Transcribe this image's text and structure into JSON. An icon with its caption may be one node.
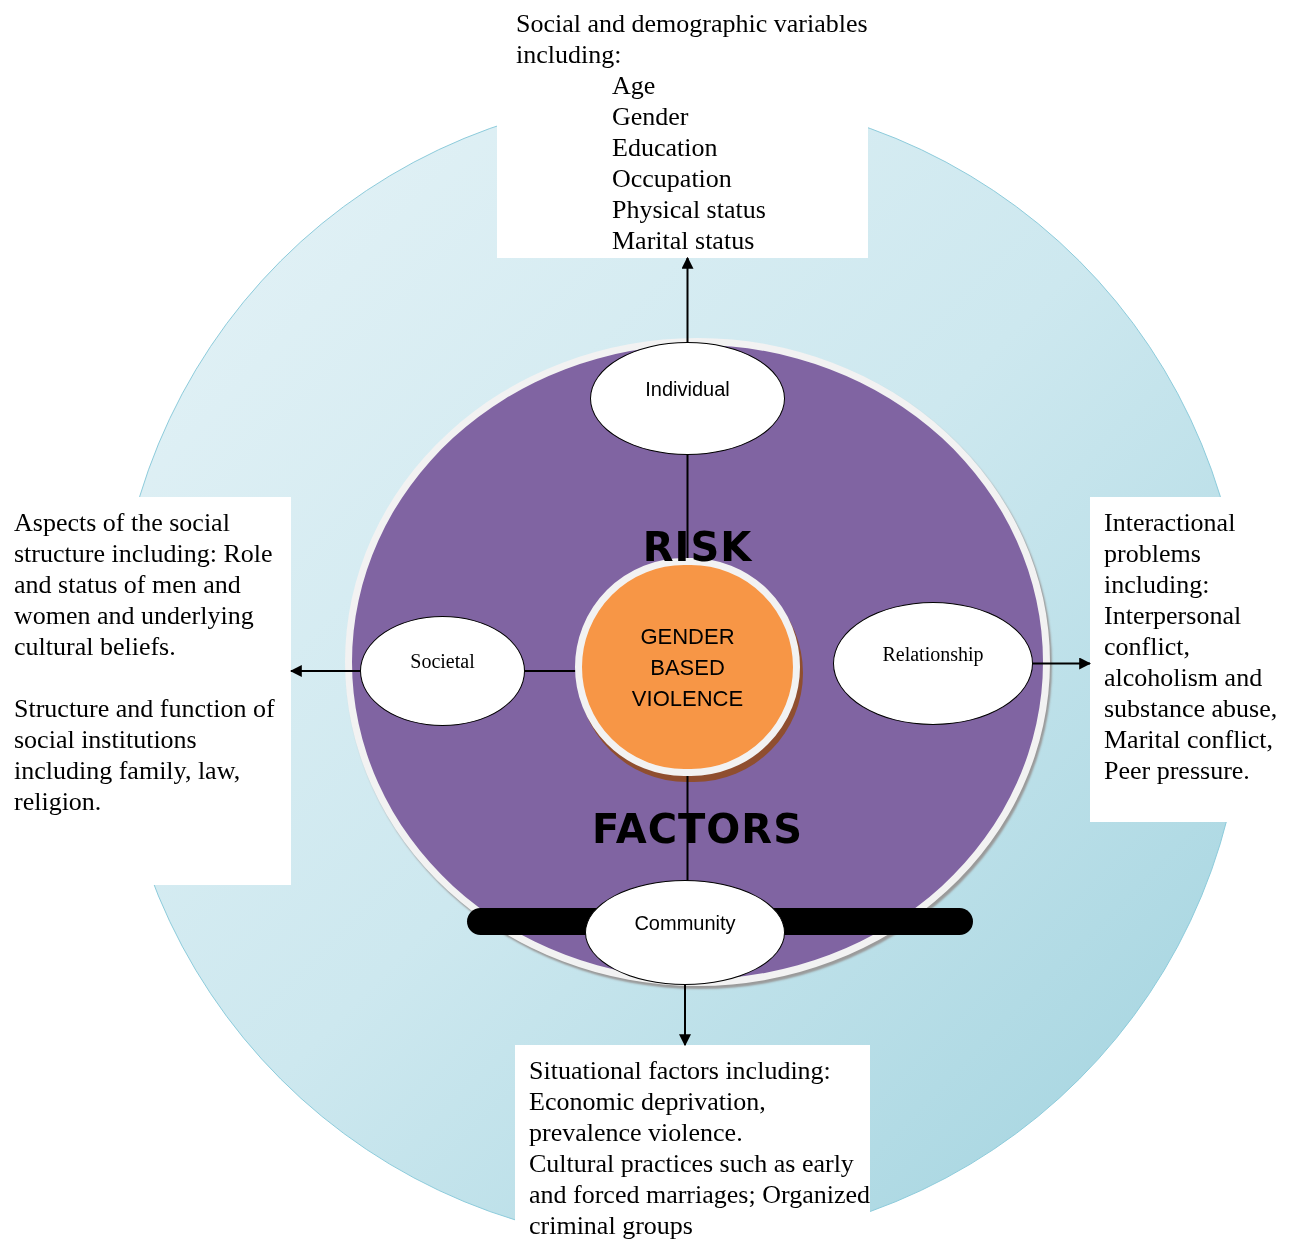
{
  "diagram": {
    "nodes": [
      {
        "text": [
          "Social and demographic variables including:",
          "Age",
          "Gender",
          "Education",
          "Occupation",
          "Physical status",
          "Marital status"
        ]
      },
      {
        "text": [
          "RISK",
          "FACTORS"
        ]
      },
      {
        "text": [
          "Individual"
        ],
        "in": 1
      },
      {
        "text": [
          "Societal"
        ],
        "in": 1
      },
      {
        "text": [
          "GENDER BASED VIOLENCE"
        ],
        "in": 1
      },
      {
        "text": [
          "Relationship"
        ],
        "in": 1
      },
      {
        "text": [
          "Community"
        ],
        "in": 1
      },
      {
        "text": [
          "Aspects of the social structure including: Role and status of men and women and underlying cultural beliefs.",
          "Structure and function of social institutions including family, law, religion."
        ]
      },
      {
        "text": [
          "Interactional problems including: Interpersonal conflict, alcoholism and substance abuse, Marital conflict, Peer pressure."
        ]
      },
      {
        "text": [
          "Situational factors including: Economic deprivation, prevalence violence.",
          "Cultural practices such as early and forced marriages; Organized criminal groups"
        ]
      }
    ],
    "edges": [
      {
        "from": 2,
        "to": 0,
        "arrow": "to"
      },
      {
        "from": 2,
        "to": 4,
        "arrow": "none"
      },
      {
        "from": 3,
        "to": 7,
        "arrow": "to"
      },
      {
        "from": 3,
        "to": 4,
        "arrow": "none"
      },
      {
        "from": 5,
        "to": 8,
        "arrow": "to"
      },
      {
        "from": 4,
        "to": 6,
        "arrow": "none"
      },
      {
        "from": 6,
        "to": 9,
        "arrow": "to"
      }
    ]
  }
}
